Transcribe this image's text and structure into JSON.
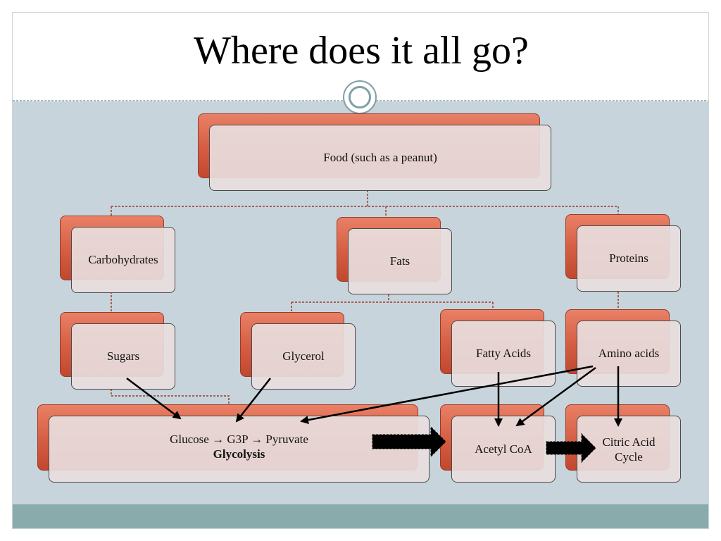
{
  "slide": {
    "title": "Where does it all go?"
  },
  "nodes": {
    "food": "Food (such as a peanut)",
    "carbohydrates": "Carbohydrates",
    "fats": "Fats",
    "proteins": "Proteins",
    "sugars": "Sugars",
    "glycerol": "Glycerol",
    "fatty_acids": "Fatty Acids",
    "amino_acids": "Amino acids",
    "glycolysis_line1": "Glucose → G3P → Pyruvate",
    "glycolysis_line2": "Glycolysis",
    "acetyl_coa": "Acetyl CoA",
    "citric_acid_line1": "Citric Acid",
    "citric_acid_line2": "Cycle"
  },
  "colors": {
    "node_back": "#d45d42",
    "node_front": "#e8dede",
    "content_bg": "#c7d4db",
    "footer_band": "#8aabac",
    "connector": "#9a3b29"
  }
}
